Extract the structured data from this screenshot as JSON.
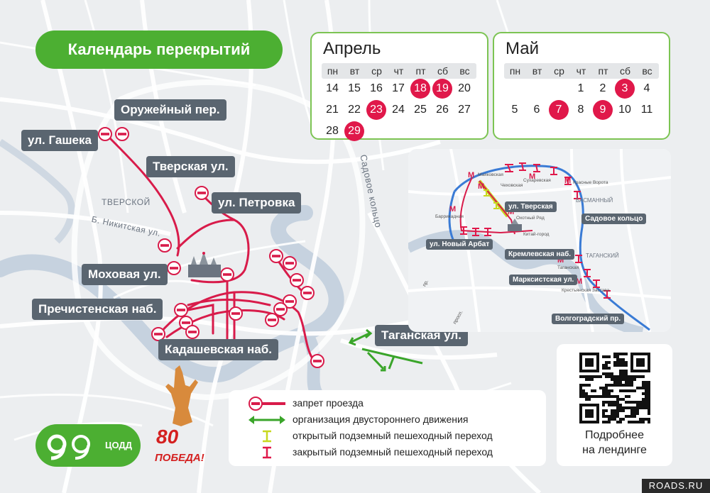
{
  "title": "Календарь перекрытий",
  "calendar": {
    "weekdays": [
      "пн",
      "вт",
      "ср",
      "чт",
      "пт",
      "сб",
      "вс"
    ],
    "april": {
      "name": "Апрель",
      "rows": [
        [
          "14",
          "15",
          "16",
          "17",
          "18",
          "19",
          "20"
        ],
        [
          "21",
          "22",
          "23",
          "24",
          "25",
          "26",
          "27"
        ],
        [
          "28",
          "29",
          "",
          "",
          "",
          "",
          ""
        ]
      ],
      "highlighted": [
        "18",
        "19",
        "23",
        "29"
      ]
    },
    "may": {
      "name": "Май",
      "rows": [
        [
          "",
          "",
          "",
          "1",
          "2",
          "3",
          "4"
        ],
        [
          "5",
          "6",
          "7",
          "8",
          "9",
          "10",
          "11"
        ]
      ],
      "highlighted": [
        "3",
        "7",
        "9"
      ]
    }
  },
  "map": {
    "street_labels": {
      "oruzheyny": "Оружейный пер.",
      "gasheka": "ул. Гашека",
      "tverskaya": "Тверская ул.",
      "petrovka": "ул. Петровка",
      "mokhovaya": "Моховая ул.",
      "prechistenskaya": "Пречистенская наб.",
      "kadashevskaya": "Кадашевская наб.",
      "taganskaya": "Таганская ул."
    },
    "district_labels": {
      "tverskoy": "ТВЕРСКОЙ",
      "nikitskaya": "Б. Никитская ул.",
      "sadovoe": "Садовое кольцо"
    }
  },
  "inset": {
    "labels": {
      "tverskaya": "ул. Тверская",
      "novy_arbat": "ул. Новый Арбат",
      "kremlevskaya": "Кремлевская наб.",
      "sadovoe": "Садовое кольцо",
      "marksistskaya": "Марксистская ул.",
      "volgogradsky": "Волгоградский пр."
    },
    "small_labels": {
      "basmanny": "БАСМАННЫЙ",
      "tagansky": "ТАГАНСКИЙ",
      "mayakovskaya": "Маяковская",
      "chekhovskaya": "Чеховская",
      "sukharevskaya": "Сухаревская",
      "krasnye_vorota": "Красные Ворота",
      "barrikadnaya": "Баррикадная",
      "okhotny_ryad": "Охотный Ряд",
      "kitay_gorod": "Китай-город",
      "taganskaya": "Таганская",
      "krestyanskaya": "Крестьянская Застава",
      "prosp": "пр.",
      "prosp2": "просп."
    }
  },
  "legend": {
    "items": [
      "запрет проезда",
      "организация двустороннего движения",
      "открытый подземный пешеходный переход",
      "закрытый подземный пешеходный переход"
    ]
  },
  "qr": {
    "line1": "Подробнее",
    "line2": "на лендинге"
  },
  "logos": {
    "cod": "ЦОДД",
    "victory_number": "80",
    "victory_word": "ПОБЕДА!"
  },
  "watermark": "ROADS.RU",
  "colors": {
    "closure": "#d81b4a",
    "two_way": "#3aa52a",
    "open_crossing": "#c8d820",
    "closed_crossing": "#e0184a",
    "river": "#c6d2df",
    "accent": "#4caf32"
  }
}
